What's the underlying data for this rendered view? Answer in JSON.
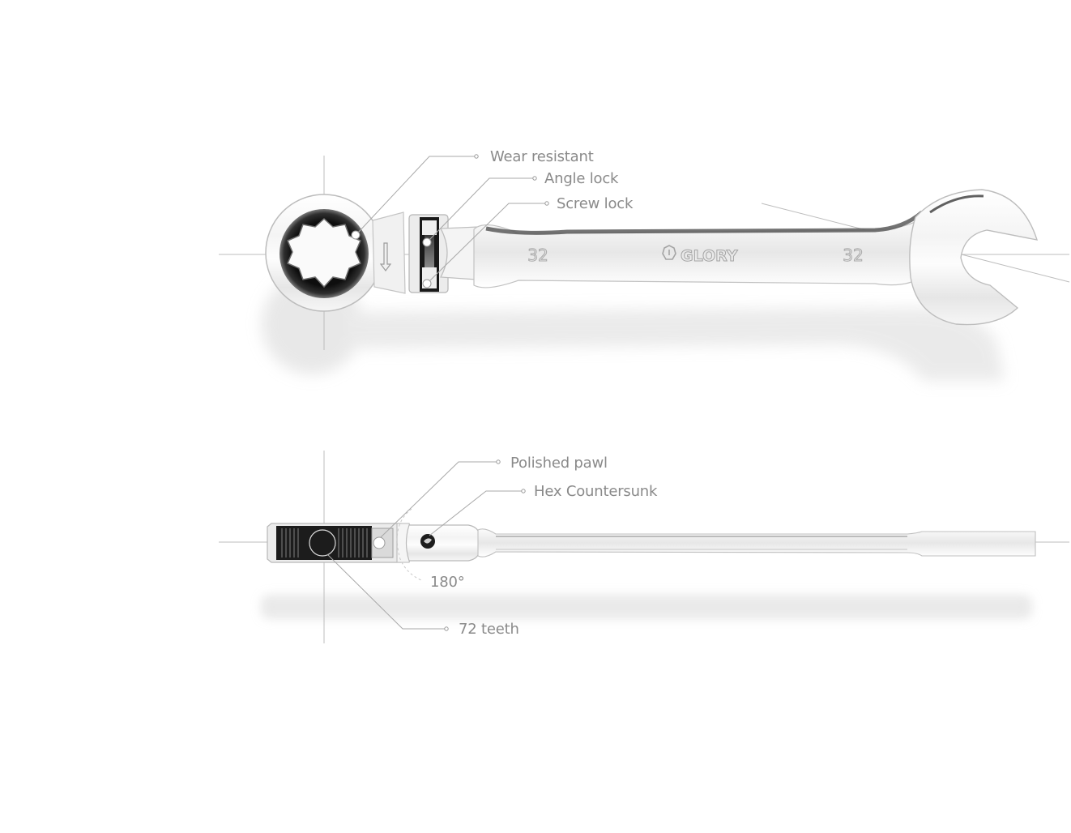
{
  "brand": {
    "name": "GLORY",
    "size_mark": "32"
  },
  "top_view": {
    "callouts": [
      {
        "key": "wear",
        "label": "Wear resistant"
      },
      {
        "key": "angle",
        "label": "Angle lock"
      },
      {
        "key": "screw",
        "label": "Screw lock"
      }
    ]
  },
  "side_view": {
    "callouts": [
      {
        "key": "pawl",
        "label": "Polished pawl"
      },
      {
        "key": "hex",
        "label": "Hex Countersunk"
      },
      {
        "key": "teeth",
        "label": "72 teeth"
      }
    ],
    "angle_label": "180°"
  },
  "colors": {
    "background": "#ffffff",
    "chrome_light": "#f7f7f7",
    "chrome_mid": "#e2e2e2",
    "chrome_dark": "#9c9c9c",
    "ring_black": "#1b1b1b",
    "label_gray": "#8a8a8a",
    "guide_gray": "#bdbdbd"
  }
}
